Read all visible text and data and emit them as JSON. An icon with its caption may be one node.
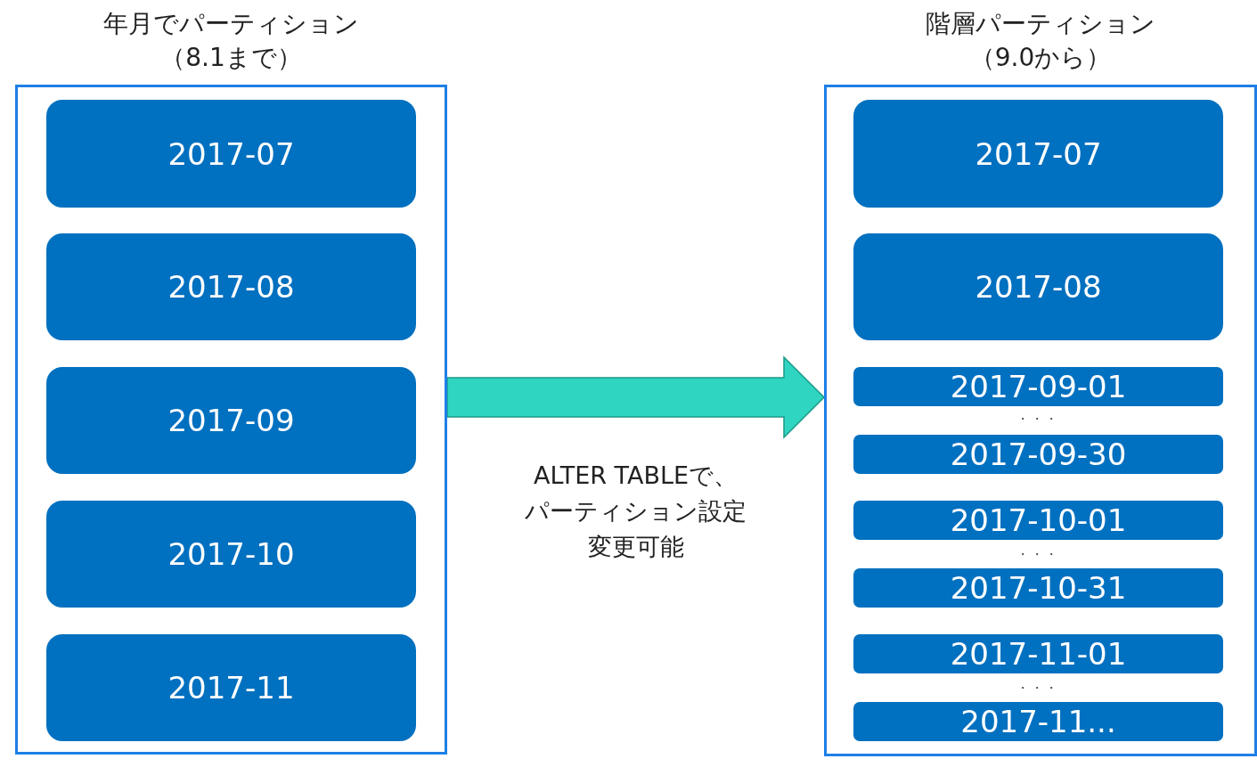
{
  "diagram": {
    "nodes": [
      {
        "text": [
          "年月でパーティション（8.1まで）"
        ]
      },
      {
        "text": [
          "2017-07"
        ],
        "in": 0
      },
      {
        "text": [
          "2017-08"
        ],
        "in": 0
      },
      {
        "text": [
          "2017-09"
        ],
        "in": 0
      },
      {
        "text": [
          "2017-10"
        ],
        "in": 0
      },
      {
        "text": [
          "2017-11"
        ],
        "in": 0
      },
      {
        "text": [
          "階層パーティション（9.0から）"
        ]
      },
      {
        "text": [
          "2017-07"
        ],
        "in": 6
      },
      {
        "text": [
          "2017-08"
        ],
        "in": 6
      },
      {
        "text": [
          "2017-09-01"
        ],
        "in": 6
      },
      {
        "text": [
          "2017-09-30"
        ],
        "in": 6
      },
      {
        "text": [
          "2017-10-01"
        ],
        "in": 6
      },
      {
        "text": [
          "2017-10-31"
        ],
        "in": 6
      },
      {
        "text": [
          "2017-11-01"
        ],
        "in": 6
      },
      {
        "text": [
          "2017-11..."
        ],
        "in": 6
      }
    ],
    "edges": [
      {
        "from": 0,
        "to": 6,
        "arrow": "to",
        "label": "ALTER TABLEで、パーティション設定変更可能"
      }
    ],
    "labels": [
      "・・・",
      "・・・",
      "・・・"
    ]
  }
}
